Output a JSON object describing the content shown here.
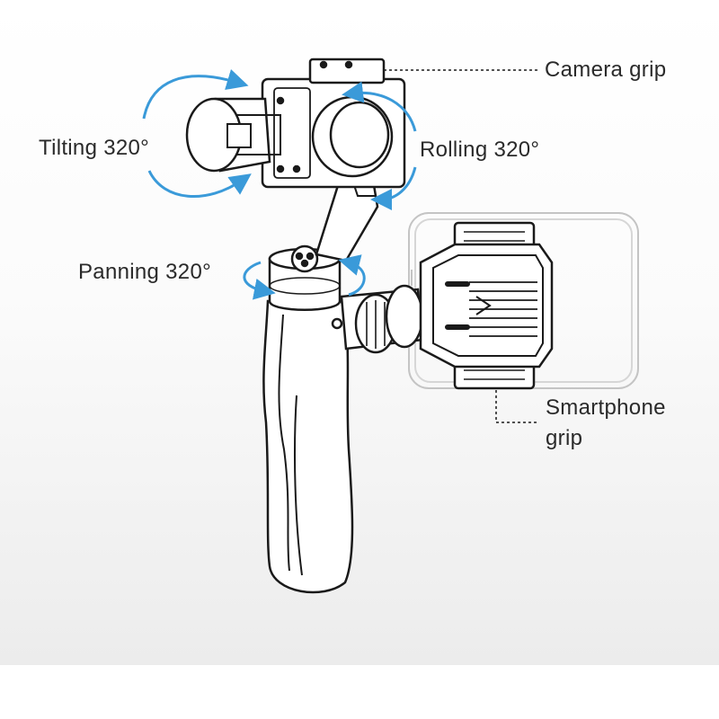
{
  "colors": {
    "accent_arrow": "#3a9ad9",
    "line": "#1a1a1a",
    "label_text": "#2a2a2a",
    "background_top": "#ffffff",
    "background_bottom": "#ececec"
  },
  "labels": {
    "camera_grip": "Camera grip",
    "tilting": "Tilting 320°",
    "rolling": "Rolling 320°",
    "panning": "Panning 320°",
    "smartphone_grip_line1": "Smartphone",
    "smartphone_grip_line2": "grip"
  }
}
